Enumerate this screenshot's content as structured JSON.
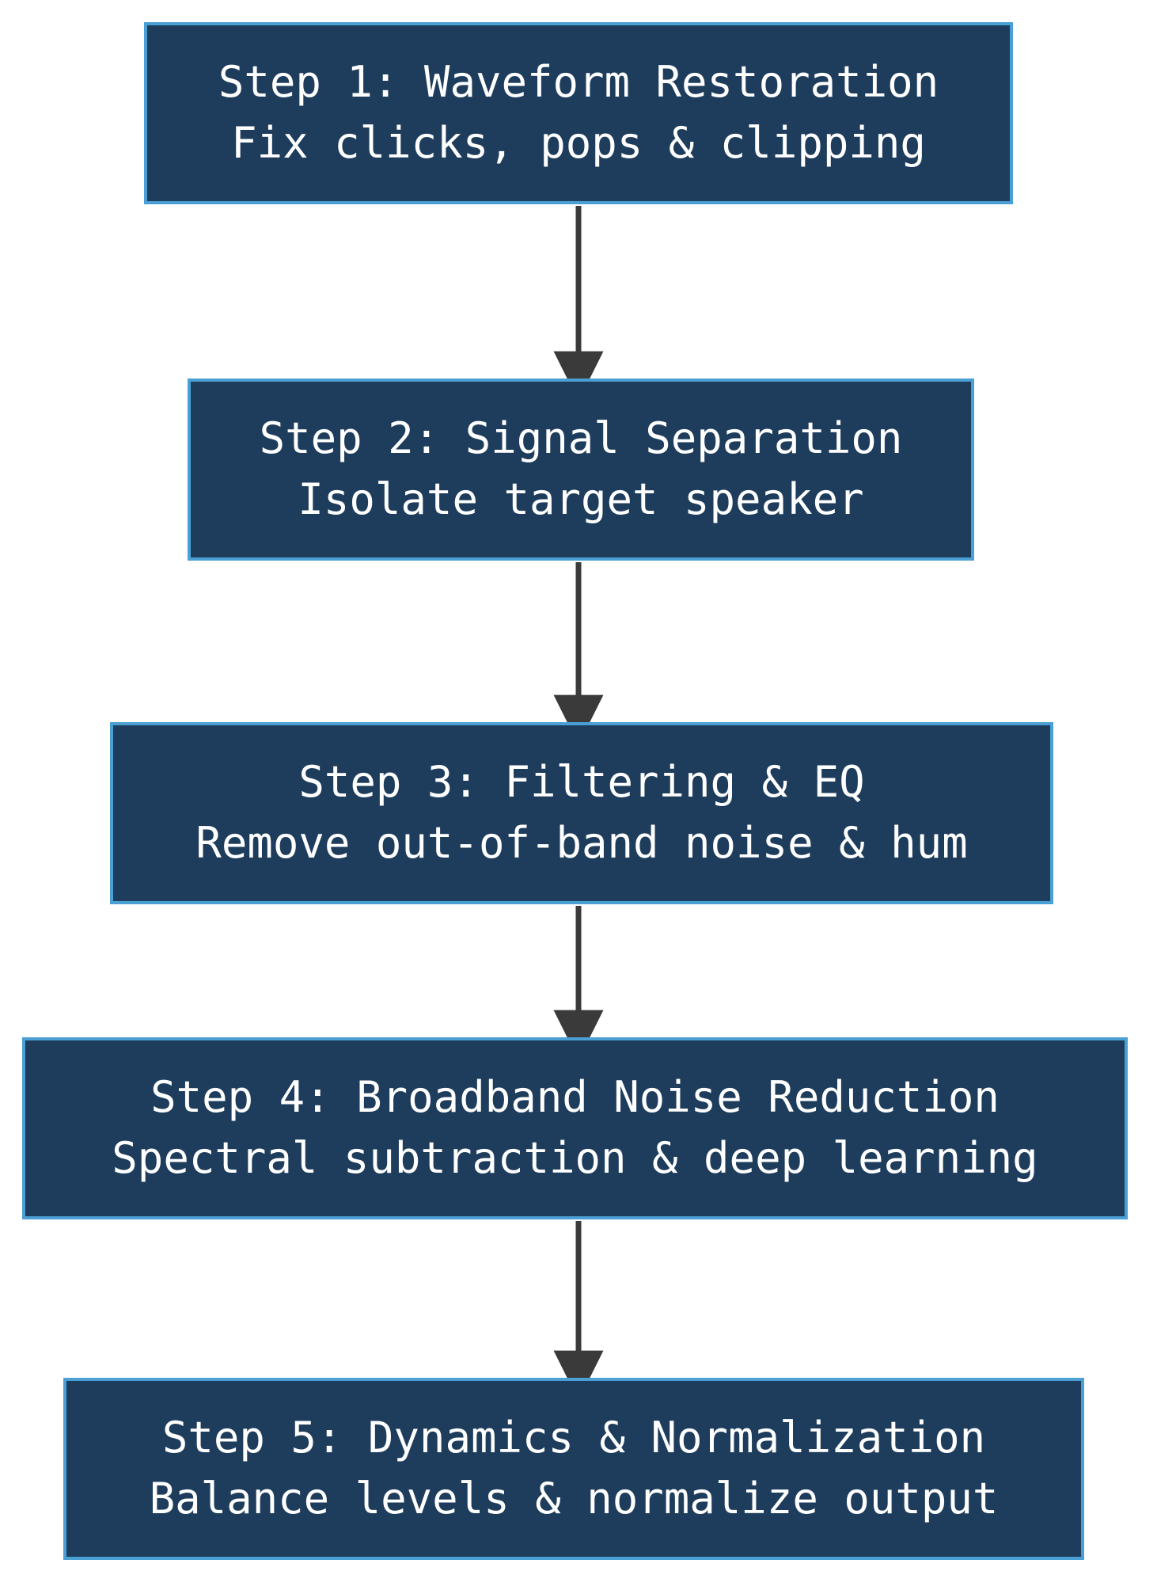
{
  "diagram": {
    "title": "Audio Restoration Pipeline Flowchart",
    "type": "flowchart",
    "orientation": "top-to-bottom",
    "colors": {
      "node_fill": "#1e3d5c",
      "node_border": "#4a9fd4",
      "node_text": "#ffffff",
      "edge": "#3a3a3a",
      "background": "#ffffff"
    },
    "nodes": [
      {
        "id": "step-1",
        "title": "Step 1: Waveform Restoration",
        "subtitle": "Fix clicks, pops & clipping"
      },
      {
        "id": "step-2",
        "title": "Step 2: Signal Separation",
        "subtitle": "Isolate target speaker"
      },
      {
        "id": "step-3",
        "title": "Step 3: Filtering & EQ",
        "subtitle": "Remove out-of-band noise & hum"
      },
      {
        "id": "step-4",
        "title": "Step 4: Broadband Noise Reduction",
        "subtitle": "Spectral subtraction & deep learning"
      },
      {
        "id": "step-5",
        "title": "Step 5: Dynamics & Normalization",
        "subtitle": "Balance levels & normalize output"
      }
    ],
    "edges": [
      {
        "id": "edge-1-2",
        "from": "step-1",
        "to": "step-2",
        "label": ""
      },
      {
        "id": "edge-2-3",
        "from": "step-2",
        "to": "step-3",
        "label": ""
      },
      {
        "id": "edge-3-4",
        "from": "step-3",
        "to": "step-4",
        "label": ""
      },
      {
        "id": "edge-4-5",
        "from": "step-4",
        "to": "step-5",
        "label": ""
      }
    ]
  }
}
